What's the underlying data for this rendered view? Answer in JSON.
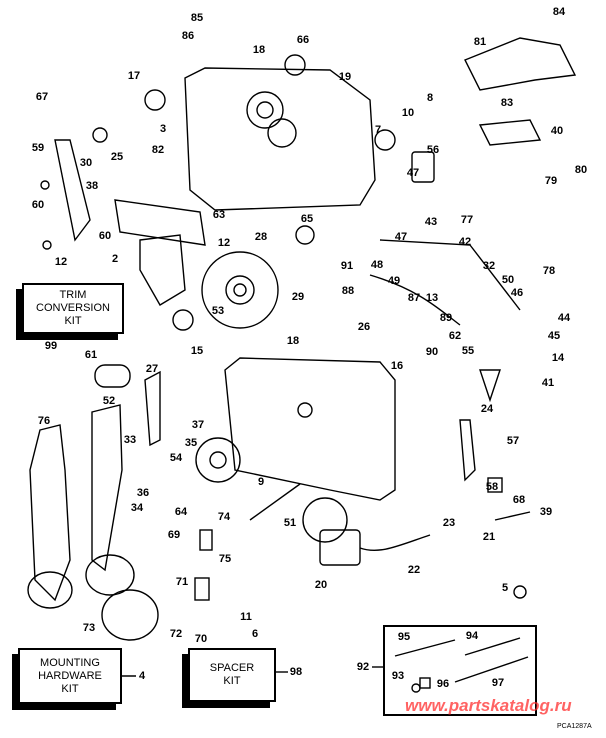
{
  "callouts": [
    "85",
    "86",
    "18",
    "66",
    "19",
    "84",
    "81",
    "83",
    "8",
    "10",
    "7",
    "40",
    "67",
    "17",
    "3",
    "82",
    "25",
    "30",
    "59",
    "60",
    "38",
    "56",
    "79",
    "80",
    "77",
    "47",
    "43",
    "47",
    "42",
    "48",
    "49",
    "91",
    "88",
    "50",
    "32",
    "78",
    "46",
    "63",
    "60",
    "65",
    "28",
    "12",
    "2",
    "12",
    "29",
    "53",
    "15",
    "87",
    "89",
    "13",
    "90",
    "62",
    "44",
    "45",
    "26",
    "16",
    "55",
    "14",
    "41",
    "24",
    "18",
    "99",
    "61",
    "27",
    "52",
    "76",
    "37",
    "35",
    "54",
    "33",
    "36",
    "57",
    "58",
    "68",
    "39",
    "9",
    "64",
    "74",
    "69",
    "75",
    "34",
    "51",
    "23",
    "21",
    "22",
    "20",
    "5",
    "71",
    "73",
    "11",
    "72",
    "70",
    "6",
    "4",
    "98",
    "92",
    "95",
    "94",
    "93",
    "97",
    "96"
  ],
  "kits": {
    "trim": {
      "lines": [
        "TRIM",
        "CONVERSION",
        "KIT"
      ]
    },
    "mounting": {
      "lines": [
        "MOUNTING",
        "HARDWARE",
        "KIT"
      ]
    },
    "spacer": {
      "lines": [
        "SPACER",
        "KIT"
      ]
    }
  },
  "watermark": "www.partskatalog.ru",
  "drawing_code": "PCA1287A",
  "colors": {
    "line": "#000000",
    "watermark": "#ff3030"
  }
}
